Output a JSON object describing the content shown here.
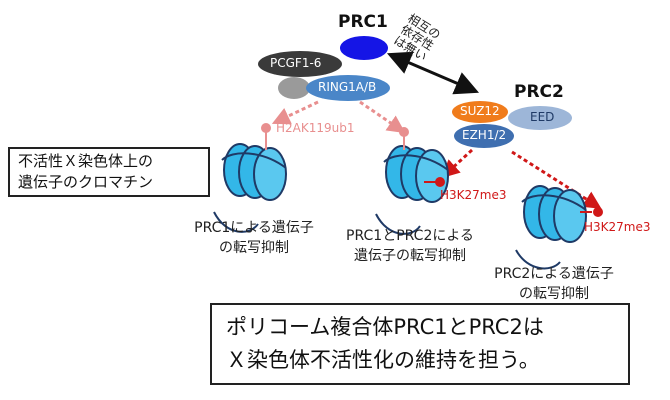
{
  "inactive_x_box": {
    "line1": "不活性Ｘ染色体上の",
    "line2": "遺伝子のクロマチン"
  },
  "prc1": {
    "title": "PRC1",
    "subunit_pcgf": "PCGF1-6",
    "subunit_ring": "RING1A/B",
    "mark": "H2AK119ub1"
  },
  "prc2": {
    "title": "PRC2",
    "subunit_suz12": "SUZ12",
    "subunit_eed": "EED",
    "subunit_ezh": "EZH1/2",
    "mark_a": "H3K27me3",
    "mark_b": "H3K27me3"
  },
  "interdependence": {
    "line1": "相互の",
    "line2": "依存性",
    "line3": "は無い"
  },
  "captions": {
    "prc1_only_line1": "PRC1による遺伝子",
    "prc1_only_line2": "の転写抑制",
    "both_line1": "PRC1とPRC2による",
    "both_line2": "遺伝子の転写抑制",
    "prc2_only_line1": "PRC2による遺伝子",
    "prc2_only_line2": "の転写抑制"
  },
  "conclusion": {
    "line1": "ポリコーム複合体PRC1とPRC2は",
    "line2": "Ｘ染色体不活性化の維持を担う。"
  },
  "colors": {
    "prc1_blue": "#1515e6",
    "ring_blue": "#4a86c8",
    "pcgf_dark": "#3a3a3a",
    "grey_sub": "#9a9a9a",
    "suz12_orange": "#f07c1c",
    "eed_lightblue": "#9db6d8",
    "ezh_blue": "#3f6fb0",
    "h2a_pink": "#e88f8f",
    "h3k_red": "#d01818",
    "nucleosome_cyan": "#33b7e8",
    "dna_navy": "#1f3a66"
  }
}
